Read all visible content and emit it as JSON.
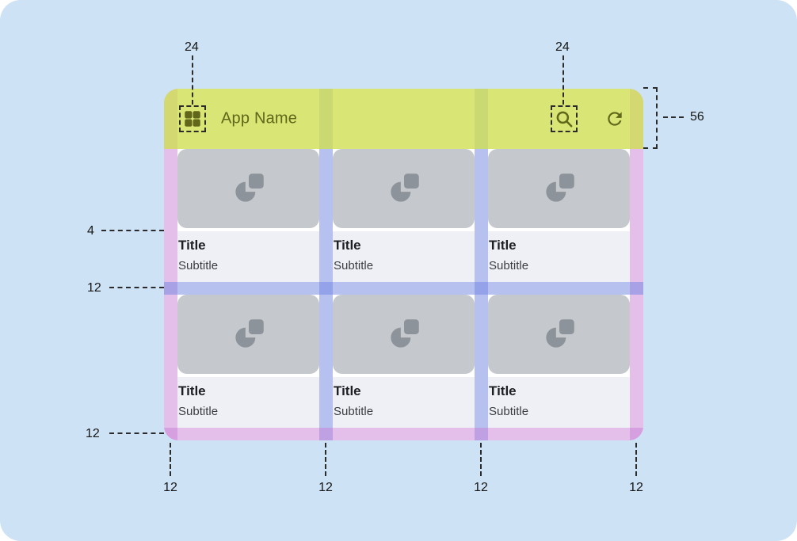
{
  "appbar": {
    "title": "App Name"
  },
  "cards": [
    {
      "title": "Title",
      "subtitle": "Subtitle"
    },
    {
      "title": "Title",
      "subtitle": "Subtitle"
    },
    {
      "title": "Title",
      "subtitle": "Subtitle"
    },
    {
      "title": "Title",
      "subtitle": "Subtitle"
    },
    {
      "title": "Title",
      "subtitle": "Subtitle"
    },
    {
      "title": "Title",
      "subtitle": "Subtitle"
    }
  ],
  "annotations": {
    "top_left_icon": "24",
    "top_right_icon": "24",
    "appbar_height": "56",
    "image_text_gap": "4",
    "row_gutter": "12",
    "bottom_margin": "12",
    "bottom_measures": [
      "12",
      "12",
      "12",
      "12"
    ]
  },
  "icons": {
    "app": "grid-icon",
    "search": "search-icon",
    "refresh": "refresh-icon",
    "card_placeholder": "media-placeholder-icon"
  },
  "colors": {
    "canvas": "#cde2f4",
    "appbar_overlay": "#d0de52",
    "margin_overlay": "#c780d6",
    "gutter_overlay": "#7084e2",
    "card_placeholder": "#c5c8cd",
    "accent_text": "#61661a"
  }
}
